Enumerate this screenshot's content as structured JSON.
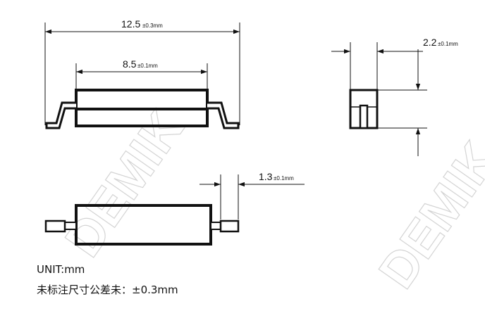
{
  "watermark": "DEMIK",
  "dimensions": {
    "overall_length": {
      "value": "12.5",
      "tolerance": "±0.3mm"
    },
    "body_length": {
      "value": "8.5",
      "tolerance": "±0.1mm"
    },
    "height": {
      "value": "2.2",
      "tolerance": "±0.1mm"
    },
    "terminal": {
      "value": "1.3",
      "tolerance": "±0.1mm"
    }
  },
  "notes": {
    "unit": "UNIT:mm",
    "general_tolerance": "未标注尺寸公差未：±0.3mm"
  },
  "colors": {
    "line": "#111111",
    "watermark": "#d4d4d4"
  }
}
